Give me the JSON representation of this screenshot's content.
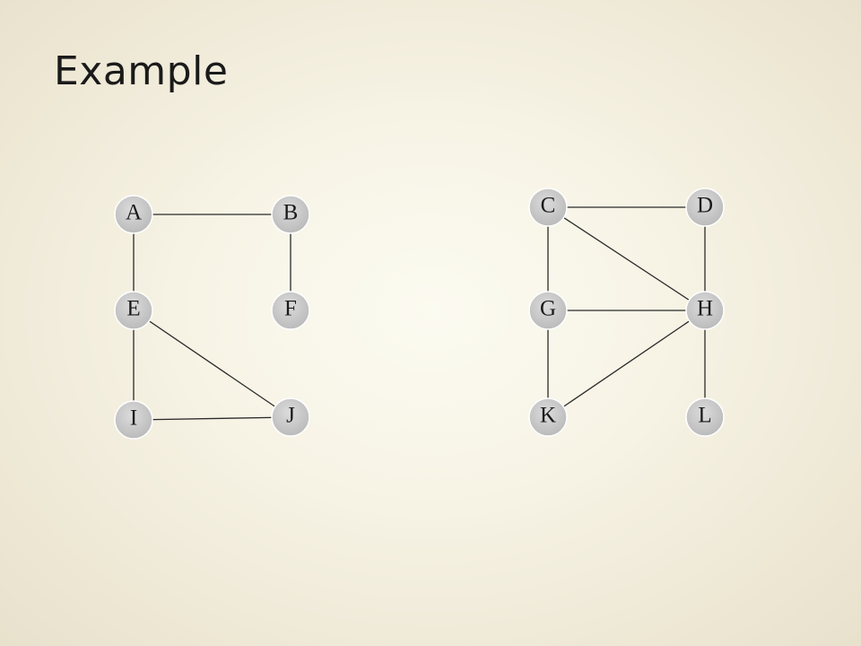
{
  "slide": {
    "title": "Example"
  },
  "graph": {
    "nodes": [
      {
        "id": "A",
        "label": "A"
      },
      {
        "id": "B",
        "label": "B"
      },
      {
        "id": "E",
        "label": "E"
      },
      {
        "id": "F",
        "label": "F"
      },
      {
        "id": "I",
        "label": "I"
      },
      {
        "id": "J",
        "label": "J"
      },
      {
        "id": "C",
        "label": "C"
      },
      {
        "id": "D",
        "label": "D"
      },
      {
        "id": "G",
        "label": "G"
      },
      {
        "id": "H",
        "label": "H"
      },
      {
        "id": "K",
        "label": "K"
      },
      {
        "id": "L",
        "label": "L"
      }
    ],
    "edges": [
      [
        "A",
        "B"
      ],
      [
        "A",
        "E"
      ],
      [
        "B",
        "F"
      ],
      [
        "E",
        "I"
      ],
      [
        "E",
        "J"
      ],
      [
        "I",
        "J"
      ],
      [
        "C",
        "D"
      ],
      [
        "C",
        "G"
      ],
      [
        "C",
        "H"
      ],
      [
        "D",
        "H"
      ],
      [
        "G",
        "H"
      ],
      [
        "G",
        "K"
      ],
      [
        "H",
        "K"
      ],
      [
        "H",
        "L"
      ]
    ],
    "colors": {
      "node_fill_light": "#dcdcdc",
      "node_fill_dark": "#b9b9b9",
      "node_stroke": "#ffffff",
      "edge": "#2a2a2a"
    }
  }
}
